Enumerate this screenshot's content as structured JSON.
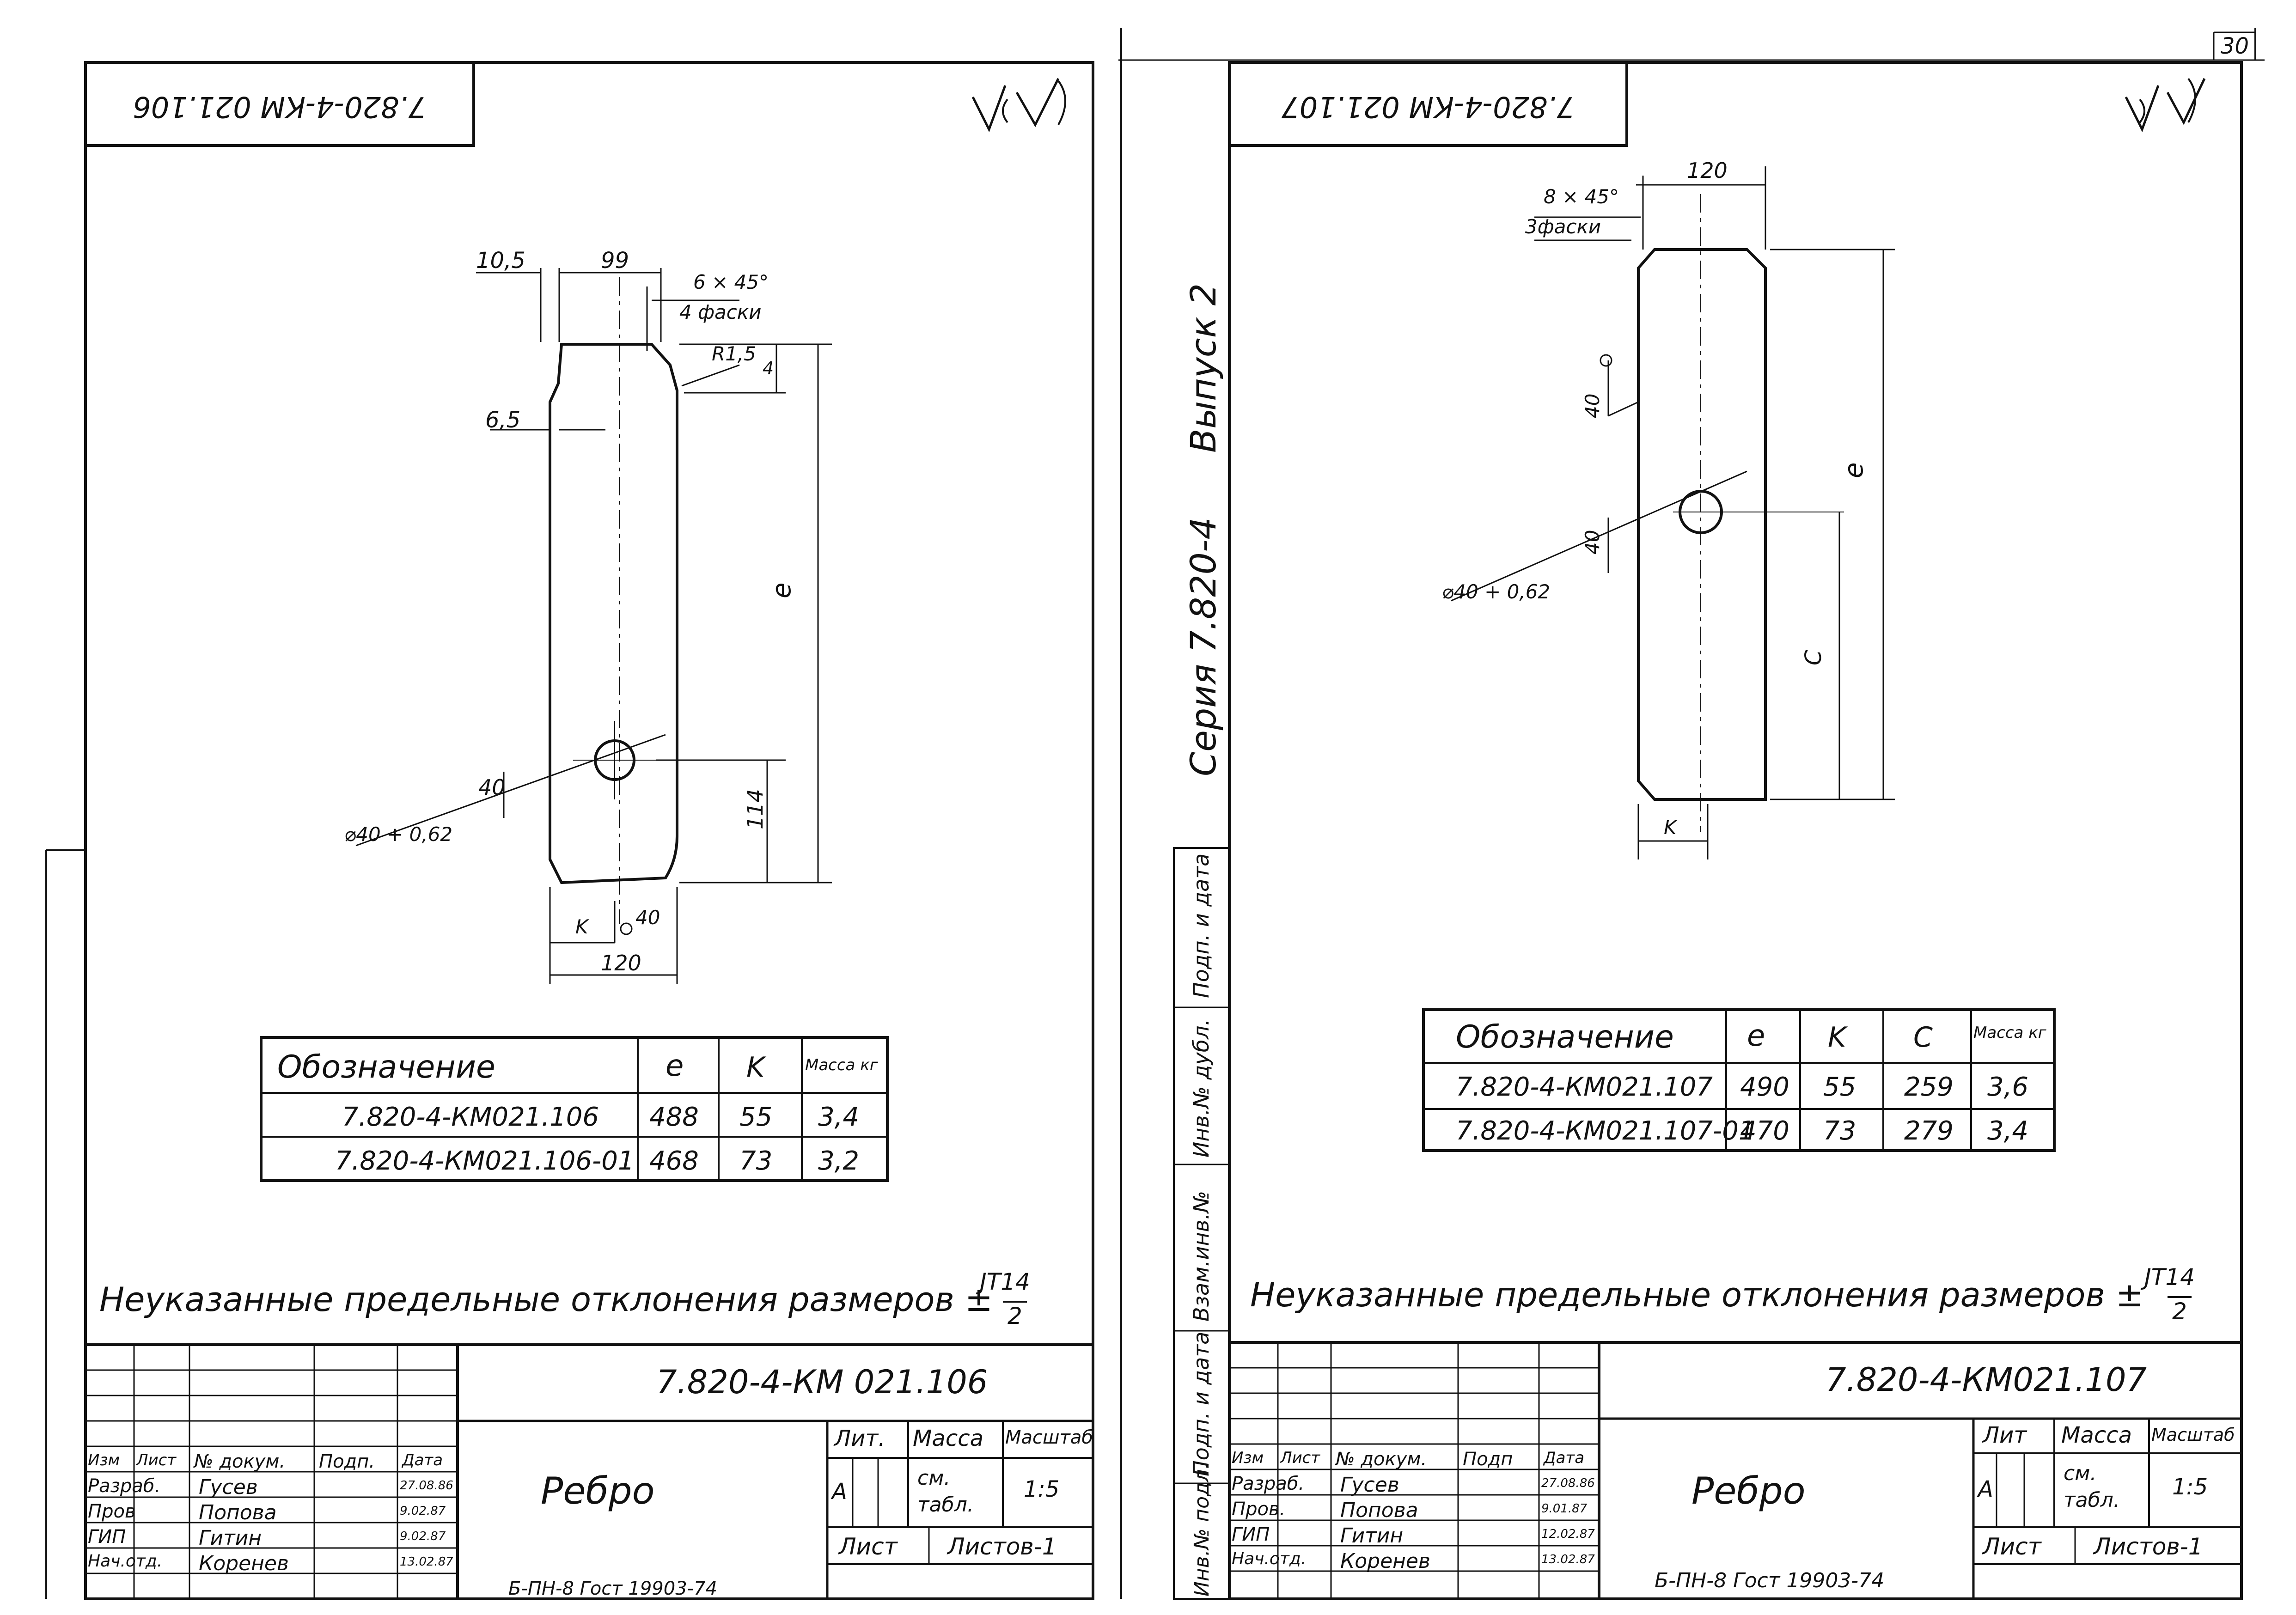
{
  "page_number": "30",
  "left": {
    "code_box": "7.820-4-КМ 021.106",
    "roughness_mark": "(√)",
    "dims": {
      "d1": "10,5",
      "d2": "99",
      "chamfer": "6 × 45°",
      "chamfer_note": "4 фаски",
      "radius": "R1,5",
      "small": "4",
      "d3": "6,5",
      "len": "e",
      "hole_angle": "40",
      "hole": "⌀40 + 0,62",
      "h114": "114",
      "k": "K",
      "width": "120",
      "edge_angle": "40"
    },
    "table": {
      "headers": [
        "Обозначение",
        "e",
        "K",
        "Масса кг"
      ],
      "rows": [
        [
          "7.820-4-КМ021.106",
          "488",
          "55",
          "3,4"
        ],
        [
          "7.820-4-КМ021.106-01",
          "468",
          "73",
          "3,2"
        ]
      ]
    },
    "note_text": "Неуказанные предельные отклонения размеров ±",
    "note_num": "JT14",
    "note_den": "2",
    "stamp": {
      "code": "7.820-4-КМ 021.106",
      "name": "Ребро",
      "head": {
        "izm": "Изм",
        "list": "Лист",
        "doc": "№ докум.",
        "sign": "Подп.",
        "date": "Дата"
      },
      "people": [
        {
          "role": "Разраб.",
          "name": "Гусев",
          "date": "27.08.86"
        },
        {
          "role": "Пров",
          "name": "Попова",
          "date": "9.02.87"
        },
        {
          "role": "ГИП",
          "name": "Гитин",
          "date": "9.02.87"
        },
        {
          "role": "Нач.отд.",
          "name": "Коренев",
          "date": "13.02.87"
        }
      ],
      "lit_label": "Лит.",
      "mass_label": "Масса",
      "scale_label": "Масштаб",
      "lit_value": "А",
      "mass_value": "см. табл.",
      "scale_value": "1:5",
      "sheet_label": "Лист",
      "sheets_label": "Листов-1",
      "material": "Б-ПН-8 Гост 19903-74"
    }
  },
  "right": {
    "code_box": "7.820-4-КМ 021.107",
    "roughness_mark": "(√)",
    "dims": {
      "chamfer": "8 × 45°",
      "chamfer_note": "3фаски",
      "width": "120",
      "angle_top": "40",
      "angle_hole": "40",
      "hole": "⌀40 + 0,62",
      "len": "e",
      "c": "C",
      "k": "K"
    },
    "table": {
      "headers": [
        "Обозначение",
        "e",
        "K",
        "C",
        "Масса кг"
      ],
      "rows": [
        [
          "7.820-4-КМ021.107",
          "490",
          "55",
          "259",
          "3,6"
        ],
        [
          "7.820-4-КМ021.107-01",
          "470",
          "73",
          "279",
          "3,4"
        ]
      ]
    },
    "note_text": "Неуказанные предельные отклонения размеров ±",
    "note_num": "JT14",
    "note_den": "2",
    "stamp": {
      "code": "7.820-4-КМ021.107",
      "name": "Ребро",
      "head": {
        "izm": "Изм",
        "list": "Лист",
        "doc": "№ докум.",
        "sign": "Подп",
        "date": "Дата"
      },
      "people": [
        {
          "role": "Разраб.",
          "name": "Гусев",
          "date": "27.08.86"
        },
        {
          "role": "Пров.",
          "name": "Попова",
          "date": "9.01.87"
        },
        {
          "role": "ГИП",
          "name": "Гитин",
          "date": "12.02.87"
        },
        {
          "role": "Нач.отд.",
          "name": "Коренев",
          "date": "13.02.87"
        }
      ],
      "lit_label": "Лит",
      "mass_label": "Масса",
      "scale_label": "Масштаб",
      "lit_value": "А",
      "mass_value": "см. табл.",
      "scale_value": "1:5",
      "sheet_label": "Лист",
      "sheets_label": "Листов-1",
      "material": "Б-ПН-8 Гост 19903-74"
    }
  },
  "middle": {
    "series": "Серия 7.820-4",
    "issue": "Выпуск 2",
    "side_labels": [
      "Подп. и дата",
      "Инв.№ дубл.",
      "Взам.инв.№",
      "Подп. и дата",
      "Инв.№ подл."
    ]
  }
}
